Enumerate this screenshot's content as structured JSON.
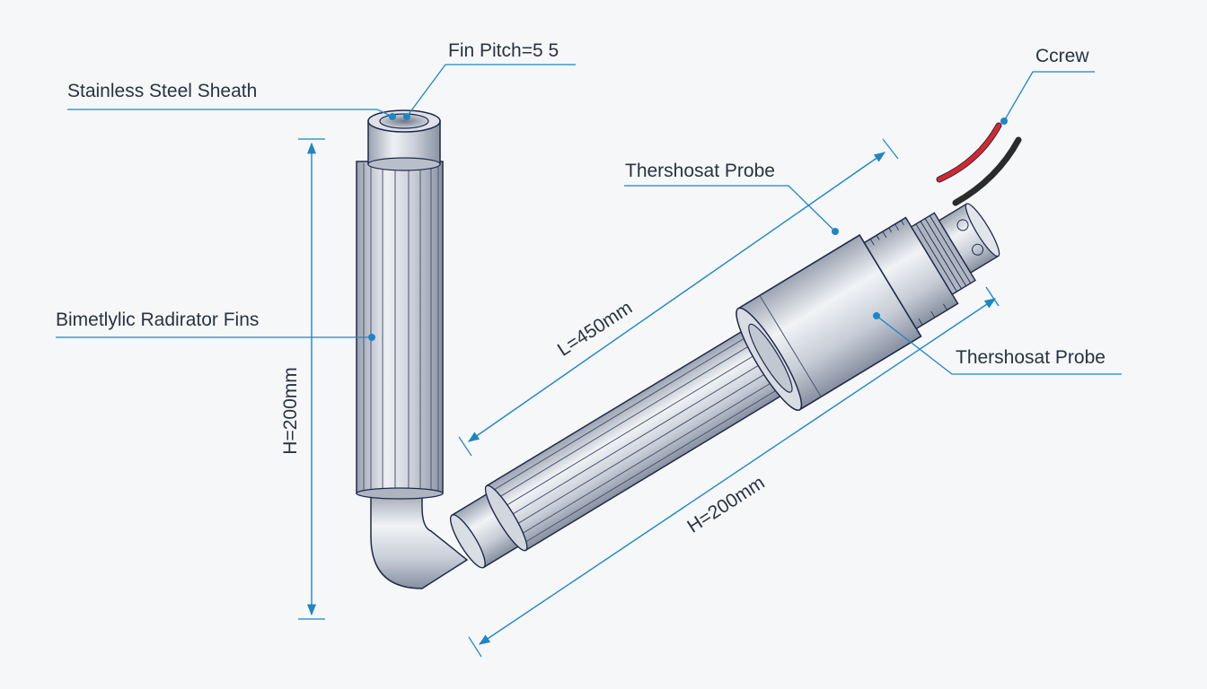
{
  "labels": {
    "sheath": "Stainless Steel Sheath",
    "fin_pitch": "Fin Pitch=5 5",
    "crew": "Ccrew",
    "probe_top": "Thershosat Probe",
    "fins": "Bimetlylic Radirator Fins",
    "probe_right": "Thershosat Probe"
  },
  "dimensions": {
    "vertical_height": "H=200mm",
    "length": "L=450mm",
    "lower_height": "H=200mm"
  },
  "colors": {
    "leader": "#1e86c4",
    "outline": "#1f2a4a",
    "metal_light": "#eef0f4",
    "metal_mid": "#c3c9d3",
    "metal_dark": "#8d96a6",
    "wire_red": "#d8262a",
    "wire_black": "#2b2b2b"
  }
}
